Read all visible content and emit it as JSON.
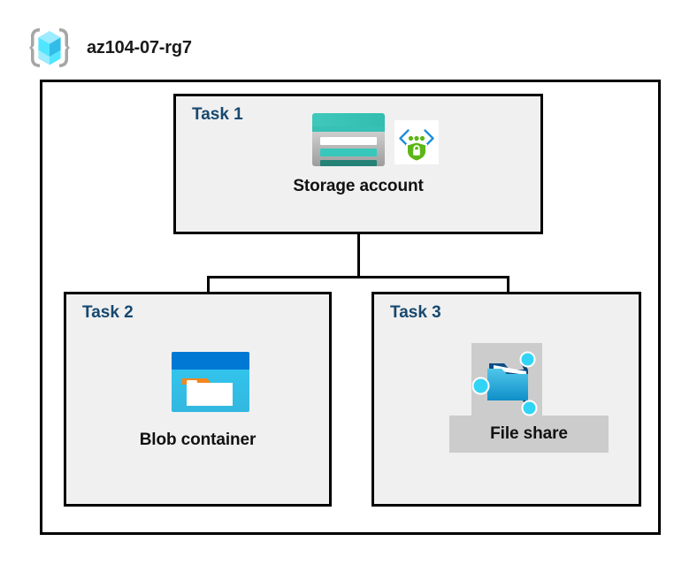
{
  "header": {
    "icon": "resource-group-cube-icon",
    "title": "az104-07-rg7"
  },
  "diagram": {
    "type": "azure-architecture-diagram",
    "container_name": "az104-07-rg7",
    "colors": {
      "task_label": "#17486F",
      "node_label": "#111111",
      "task_box_fill": "#F0F0F0",
      "border": "#000000",
      "selection_highlight": "#CCCCCC",
      "storage_teal": "#37C0B4",
      "storage_teal_dark": "#258277",
      "blob_blue": "#0078D4",
      "blob_cyan": "#32C8F0",
      "blob_orange": "#F2871F",
      "shield_green": "#5CB615",
      "bracket_blue": "#1F8FD8",
      "cube_cyan": "#50E6FF"
    },
    "tasks": [
      {
        "id": "task-1",
        "label": "Task 1",
        "node_label": "Storage account",
        "icons": [
          "storage-account-icon",
          "secure-endpoint-shield-icon"
        ],
        "selected": false
      },
      {
        "id": "task-2",
        "label": "Task 2",
        "node_label": "Blob container",
        "icons": [
          "blob-container-icon"
        ],
        "selected": false
      },
      {
        "id": "task-3",
        "label": "Task 3",
        "node_label": "File share",
        "icons": [
          "file-share-icon"
        ],
        "selected": true
      }
    ],
    "connectors": [
      {
        "from": "task-1",
        "to": "task-2"
      },
      {
        "from": "task-1",
        "to": "task-3"
      }
    ]
  }
}
